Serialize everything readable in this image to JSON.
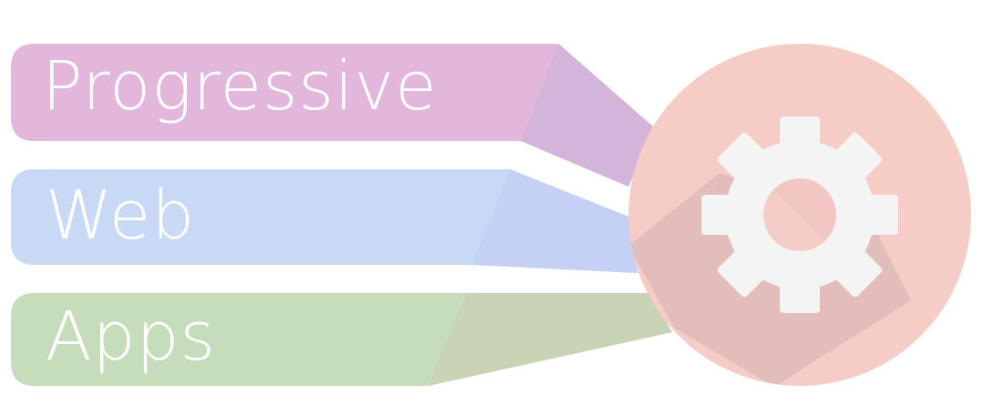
{
  "logo": {
    "words": [
      "Progressive",
      "Web",
      "Apps"
    ],
    "colors": {
      "progressive": "#e2b7db",
      "progressive_shadow": "#d4b5da",
      "web": "#c7d9f5",
      "web_shadow": "#c4d1f4",
      "apps": "#c6ddbb",
      "apps_shadow": "#c9d4b7",
      "circle": "#f6ccc6",
      "circle_shadow": "#e2bdb9",
      "gear": "#f4f4f4",
      "text": "#ffffff"
    },
    "icons": [
      "gear-icon"
    ]
  }
}
